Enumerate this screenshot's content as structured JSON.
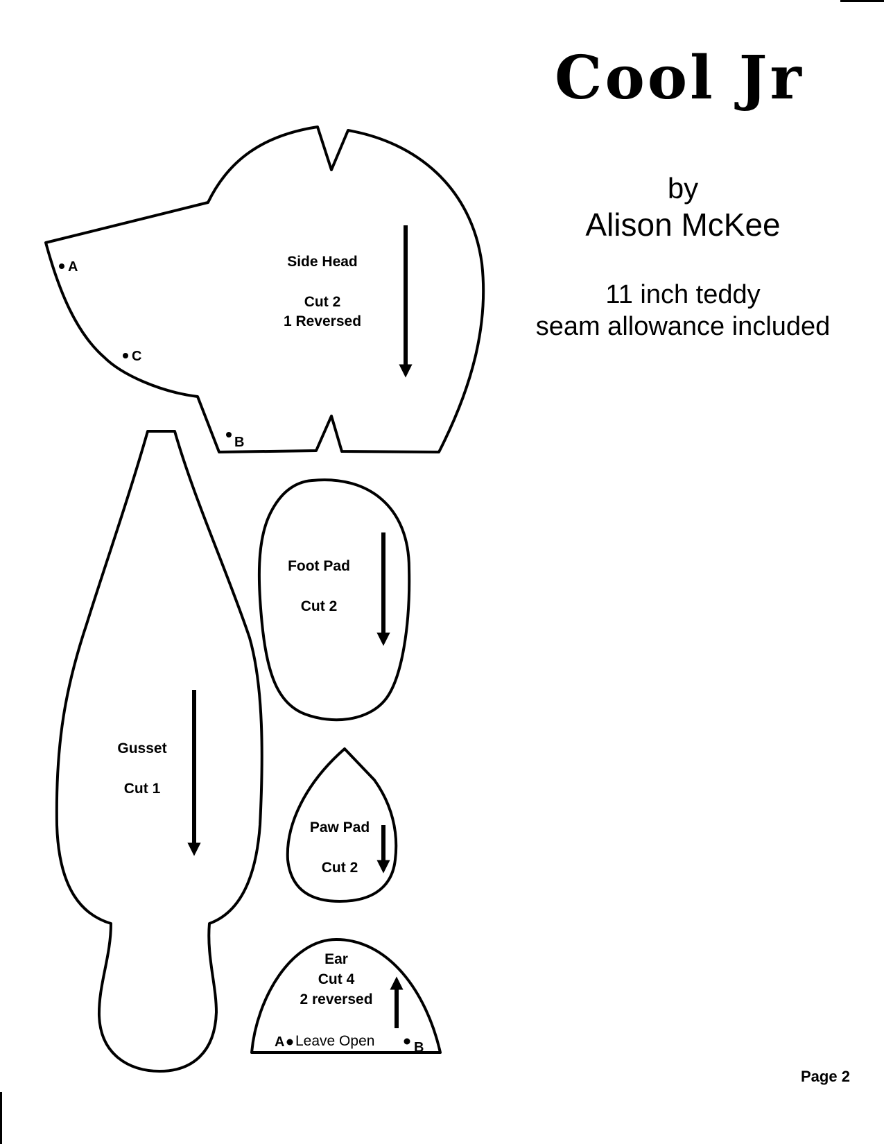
{
  "document": {
    "title": "Cool Jr",
    "byline": "by",
    "author": "Alison McKee",
    "size_note": "11 inch teddy",
    "seam_note": "seam allowance included",
    "page_number": "Page 2"
  },
  "pattern_pieces": [
    {
      "name": "Side Head",
      "instructions": [
        "Cut 2",
        "1 Reversed"
      ],
      "grainline": "down",
      "markers": [
        "A",
        "C",
        "B"
      ]
    },
    {
      "name": "Foot Pad",
      "instructions": [
        "Cut 2"
      ],
      "grainline": "down",
      "markers": []
    },
    {
      "name": "Gusset",
      "instructions": [
        "Cut 1"
      ],
      "grainline": "down",
      "markers": []
    },
    {
      "name": "Paw Pad",
      "instructions": [
        "Cut 2"
      ],
      "grainline": "down",
      "markers": []
    },
    {
      "name": "Ear",
      "instructions": [
        "Cut 4",
        "2 reversed"
      ],
      "grainline": "up",
      "markers": [
        "A",
        "B"
      ],
      "note": "Leave Open"
    }
  ],
  "colors": {
    "ink": "#000000",
    "paper": "#ffffff"
  }
}
